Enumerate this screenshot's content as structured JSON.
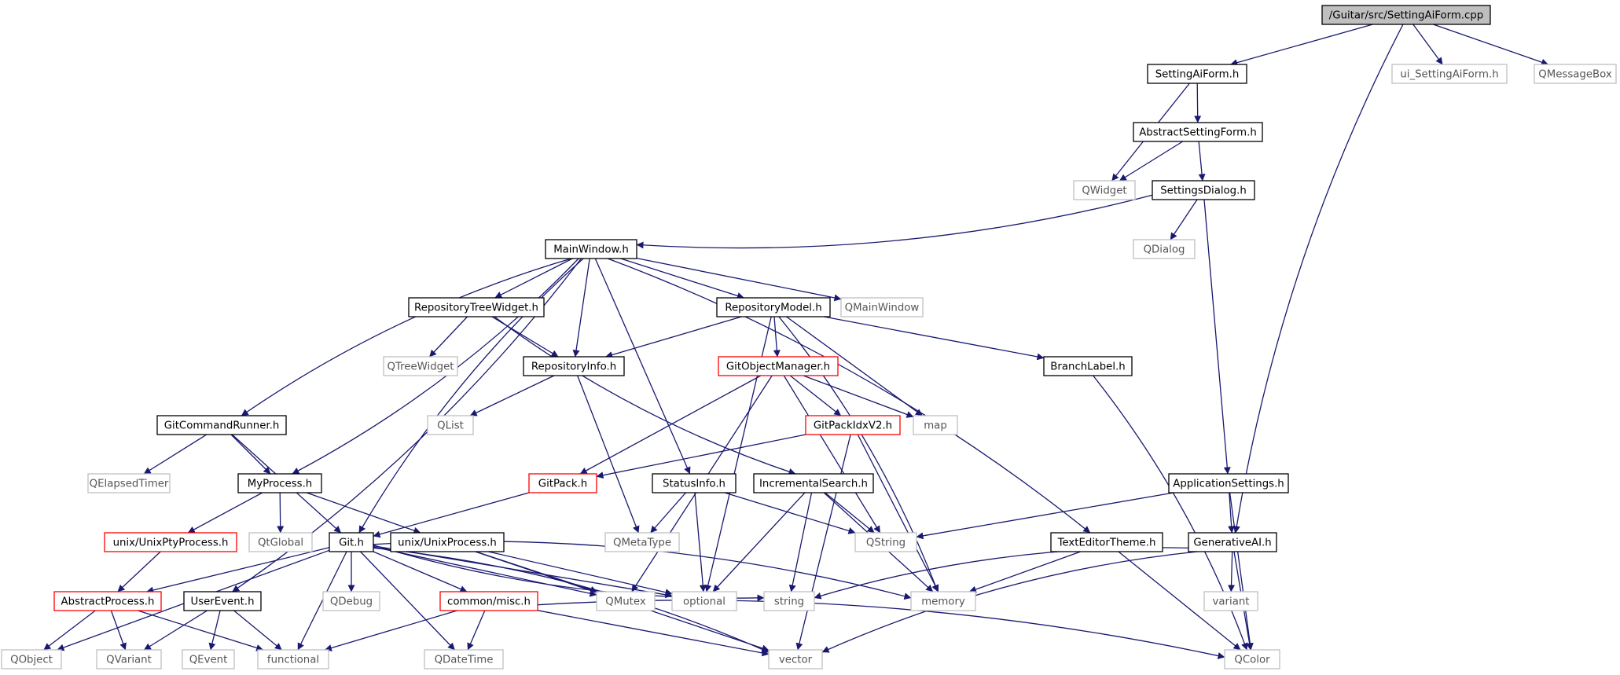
{
  "title": "",
  "colors": {
    "edge": "#191970",
    "root_fill": "#bfbfbf",
    "root_stroke": "#000000",
    "normal_stroke": "#000000",
    "external_stroke": "#bfbfbf",
    "external_text": "#555555",
    "truncated_stroke": "#ff0000",
    "text": "#000000"
  },
  "nodes": [
    {
      "id": "root",
      "label": "/Guitar/src/SettingAiForm.cpp",
      "kind": "root"
    },
    {
      "id": "SettingAiForm",
      "label": "SettingAiForm.h",
      "kind": "normal"
    },
    {
      "id": "uiSettingAiForm",
      "label": "ui_SettingAiForm.h",
      "kind": "external"
    },
    {
      "id": "QMessageBox",
      "label": "QMessageBox",
      "kind": "external"
    },
    {
      "id": "AbstractSettingForm",
      "label": "AbstractSettingForm.h",
      "kind": "normal"
    },
    {
      "id": "QWidget",
      "label": "QWidget",
      "kind": "external"
    },
    {
      "id": "SettingsDialog",
      "label": "SettingsDialog.h",
      "kind": "normal"
    },
    {
      "id": "QDialog",
      "label": "QDialog",
      "kind": "external"
    },
    {
      "id": "MainWindow",
      "label": "MainWindow.h",
      "kind": "normal"
    },
    {
      "id": "RepositoryTreeWidget",
      "label": "RepositoryTreeWidget.h",
      "kind": "normal"
    },
    {
      "id": "RepositoryModel",
      "label": "RepositoryModel.h",
      "kind": "normal"
    },
    {
      "id": "QMainWindow",
      "label": "QMainWindow",
      "kind": "external"
    },
    {
      "id": "QTreeWidget",
      "label": "QTreeWidget",
      "kind": "external"
    },
    {
      "id": "RepositoryInfo",
      "label": "RepositoryInfo.h",
      "kind": "normal"
    },
    {
      "id": "GitObjectManager",
      "label": "GitObjectManager.h",
      "kind": "truncated"
    },
    {
      "id": "BranchLabel",
      "label": "BranchLabel.h",
      "kind": "normal"
    },
    {
      "id": "QList",
      "label": "QList",
      "kind": "external"
    },
    {
      "id": "GitCommandRunner",
      "label": "GitCommandRunner.h",
      "kind": "normal"
    },
    {
      "id": "GitPackIdxV2",
      "label": "GitPackIdxV2.h",
      "kind": "truncated"
    },
    {
      "id": "map",
      "label": "map",
      "kind": "external"
    },
    {
      "id": "QElapsedTimer",
      "label": "QElapsedTimer",
      "kind": "external"
    },
    {
      "id": "MyProcess",
      "label": "MyProcess.h",
      "kind": "normal"
    },
    {
      "id": "GitPack",
      "label": "GitPack.h",
      "kind": "truncated"
    },
    {
      "id": "StatusInfo",
      "label": "StatusInfo.h",
      "kind": "normal"
    },
    {
      "id": "IncrementalSearch",
      "label": "IncrementalSearch.h",
      "kind": "normal"
    },
    {
      "id": "ApplicationSettings",
      "label": "ApplicationSettings.h",
      "kind": "normal"
    },
    {
      "id": "UnixPtyProcess",
      "label": "unix/UnixPtyProcess.h",
      "kind": "truncated"
    },
    {
      "id": "QtGlobal",
      "label": "QtGlobal",
      "kind": "external"
    },
    {
      "id": "Git",
      "label": "Git.h",
      "kind": "normal"
    },
    {
      "id": "UnixProcess",
      "label": "unix/UnixProcess.h",
      "kind": "normal"
    },
    {
      "id": "QMetaType",
      "label": "QMetaType",
      "kind": "external"
    },
    {
      "id": "QString",
      "label": "QString",
      "kind": "external"
    },
    {
      "id": "TextEditorTheme",
      "label": "TextEditorTheme.h",
      "kind": "normal"
    },
    {
      "id": "GenerativeAI",
      "label": "GenerativeAI.h",
      "kind": "normal"
    },
    {
      "id": "AbstractProcess",
      "label": "AbstractProcess.h",
      "kind": "truncated"
    },
    {
      "id": "UserEvent",
      "label": "UserEvent.h",
      "kind": "normal"
    },
    {
      "id": "QDebug",
      "label": "QDebug",
      "kind": "external"
    },
    {
      "id": "commonMisc",
      "label": "common/misc.h",
      "kind": "truncated"
    },
    {
      "id": "QMutex",
      "label": "QMutex",
      "kind": "external"
    },
    {
      "id": "optional",
      "label": "optional",
      "kind": "external"
    },
    {
      "id": "string",
      "label": "string",
      "kind": "external"
    },
    {
      "id": "memory",
      "label": "memory",
      "kind": "external"
    },
    {
      "id": "variant",
      "label": "variant",
      "kind": "external"
    },
    {
      "id": "QObject",
      "label": "QObject",
      "kind": "external"
    },
    {
      "id": "QVariant",
      "label": "QVariant",
      "kind": "external"
    },
    {
      "id": "QEvent",
      "label": "QEvent",
      "kind": "external"
    },
    {
      "id": "functional",
      "label": "functional",
      "kind": "external"
    },
    {
      "id": "QDateTime",
      "label": "QDateTime",
      "kind": "external"
    },
    {
      "id": "vector",
      "label": "vector",
      "kind": "external"
    },
    {
      "id": "QColor",
      "label": "QColor",
      "kind": "external"
    }
  ],
  "edges": [
    {
      "from": "root",
      "to": "SettingAiForm"
    },
    {
      "from": "root",
      "to": "uiSettingAiForm"
    },
    {
      "from": "root",
      "to": "QMessageBox"
    },
    {
      "from": "root",
      "to": "GenerativeAI"
    },
    {
      "from": "SettingAiForm",
      "to": "AbstractSettingForm"
    },
    {
      "from": "SettingAiForm",
      "to": "QWidget"
    },
    {
      "from": "AbstractSettingForm",
      "to": "QWidget"
    },
    {
      "from": "AbstractSettingForm",
      "to": "SettingsDialog"
    },
    {
      "from": "SettingsDialog",
      "to": "MainWindow"
    },
    {
      "from": "SettingsDialog",
      "to": "QDialog"
    },
    {
      "from": "SettingsDialog",
      "to": "ApplicationSettings"
    },
    {
      "from": "MainWindow",
      "to": "RepositoryTreeWidget"
    },
    {
      "from": "MainWindow",
      "to": "RepositoryModel"
    },
    {
      "from": "MainWindow",
      "to": "QMainWindow"
    },
    {
      "from": "MainWindow",
      "to": "RepositoryInfo"
    },
    {
      "from": "MainWindow",
      "to": "GitCommandRunner"
    },
    {
      "from": "MainWindow",
      "to": "MyProcess"
    },
    {
      "from": "MainWindow",
      "to": "StatusInfo"
    },
    {
      "from": "MainWindow",
      "to": "TextEditorTheme"
    },
    {
      "from": "MainWindow",
      "to": "Git"
    },
    {
      "from": "MainWindow",
      "to": "UserEvent"
    },
    {
      "from": "RepositoryTreeWidget",
      "to": "QTreeWidget"
    },
    {
      "from": "RepositoryTreeWidget",
      "to": "RepositoryInfo"
    },
    {
      "from": "RepositoryTreeWidget",
      "to": "IncrementalSearch"
    },
    {
      "from": "RepositoryModel",
      "to": "RepositoryInfo"
    },
    {
      "from": "RepositoryModel",
      "to": "GitObjectManager"
    },
    {
      "from": "RepositoryModel",
      "to": "BranchLabel"
    },
    {
      "from": "RepositoryModel",
      "to": "map"
    },
    {
      "from": "RepositoryModel",
      "to": "memory"
    },
    {
      "from": "RepositoryModel",
      "to": "optional"
    },
    {
      "from": "RepositoryInfo",
      "to": "QList"
    },
    {
      "from": "RepositoryInfo",
      "to": "QMetaType"
    },
    {
      "from": "GitObjectManager",
      "to": "GitPackIdxV2"
    },
    {
      "from": "GitObjectManager",
      "to": "map"
    },
    {
      "from": "GitObjectManager",
      "to": "GitPack"
    },
    {
      "from": "GitObjectManager",
      "to": "QMutex"
    },
    {
      "from": "GitObjectManager",
      "to": "QString"
    },
    {
      "from": "GitPackIdxV2",
      "to": "GitPack"
    },
    {
      "from": "GitPackIdxV2",
      "to": "memory"
    },
    {
      "from": "GitPackIdxV2",
      "to": "vector"
    },
    {
      "from": "BranchLabel",
      "to": "QColor"
    },
    {
      "from": "GitCommandRunner",
      "to": "QElapsedTimer"
    },
    {
      "from": "GitCommandRunner",
      "to": "MyProcess"
    },
    {
      "from": "GitCommandRunner",
      "to": "Git"
    },
    {
      "from": "MyProcess",
      "to": "UnixPtyProcess"
    },
    {
      "from": "MyProcess",
      "to": "QtGlobal"
    },
    {
      "from": "MyProcess",
      "to": "UnixProcess"
    },
    {
      "from": "GitPack",
      "to": "Git"
    },
    {
      "from": "StatusInfo",
      "to": "QMetaType"
    },
    {
      "from": "StatusInfo",
      "to": "QString"
    },
    {
      "from": "StatusInfo",
      "to": "optional"
    },
    {
      "from": "IncrementalSearch",
      "to": "QString"
    },
    {
      "from": "IncrementalSearch",
      "to": "string"
    },
    {
      "from": "IncrementalSearch",
      "to": "memory"
    },
    {
      "from": "IncrementalSearch",
      "to": "optional"
    },
    {
      "from": "ApplicationSettings",
      "to": "QString"
    },
    {
      "from": "ApplicationSettings",
      "to": "GenerativeAI"
    },
    {
      "from": "ApplicationSettings",
      "to": "QColor"
    },
    {
      "from": "UnixPtyProcess",
      "to": "AbstractProcess"
    },
    {
      "from": "UnixProcess",
      "to": "optional"
    },
    {
      "from": "UnixProcess",
      "to": "vector"
    },
    {
      "from": "UnixProcess",
      "to": "QMutex"
    },
    {
      "from": "Git",
      "to": "AbstractProcess"
    },
    {
      "from": "Git",
      "to": "QDebug"
    },
    {
      "from": "Git",
      "to": "commonMisc"
    },
    {
      "from": "Git",
      "to": "QMutex"
    },
    {
      "from": "Git",
      "to": "optional"
    },
    {
      "from": "Git",
      "to": "string"
    },
    {
      "from": "Git",
      "to": "memory"
    },
    {
      "from": "Git",
      "to": "QObject"
    },
    {
      "from": "Git",
      "to": "functional"
    },
    {
      "from": "Git",
      "to": "QDateTime"
    },
    {
      "from": "Git",
      "to": "vector"
    },
    {
      "from": "TextEditorTheme",
      "to": "memory"
    },
    {
      "from": "TextEditorTheme",
      "to": "QColor"
    },
    {
      "from": "GenerativeAI",
      "to": "string"
    },
    {
      "from": "GenerativeAI",
      "to": "variant"
    },
    {
      "from": "GenerativeAI",
      "to": "vector"
    },
    {
      "from": "GenerativeAI",
      "to": "QColor"
    },
    {
      "from": "AbstractProcess",
      "to": "QObject"
    },
    {
      "from": "AbstractProcess",
      "to": "QVariant"
    },
    {
      "from": "AbstractProcess",
      "to": "functional"
    },
    {
      "from": "UserEvent",
      "to": "QVariant"
    },
    {
      "from": "UserEvent",
      "to": "QEvent"
    },
    {
      "from": "UserEvent",
      "to": "functional"
    },
    {
      "from": "commonMisc",
      "to": "functional"
    },
    {
      "from": "commonMisc",
      "to": "QDateTime"
    },
    {
      "from": "commonMisc",
      "to": "vector"
    },
    {
      "from": "commonMisc",
      "to": "QColor"
    }
  ]
}
